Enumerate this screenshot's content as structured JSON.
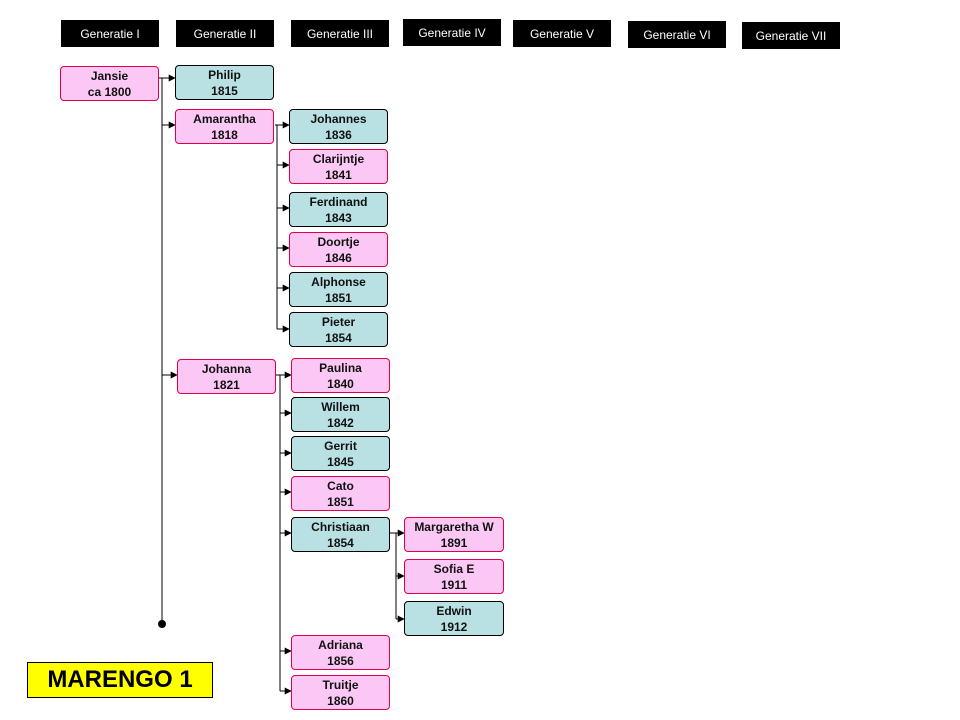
{
  "generations": [
    "Generatie  I",
    "Generatie  II",
    "Generatie  III",
    "Generatie  IV",
    "Generatie  V",
    "Generatie  VI",
    "Generatie  VII"
  ],
  "title": "MARENGO 1",
  "people": {
    "jansie": {
      "name": "Jansie",
      "year": "ca  1800",
      "sex": "f"
    },
    "philip": {
      "name": "Philip",
      "year": "1815",
      "sex": "m"
    },
    "amarantha": {
      "name": "Amarantha",
      "year": "1818",
      "sex": "f"
    },
    "johanna": {
      "name": "Johanna",
      "year": "1821",
      "sex": "f"
    },
    "johannes": {
      "name": "Johannes",
      "year": "1836",
      "sex": "m"
    },
    "clarijntje": {
      "name": "Clarijntje",
      "year": "1841",
      "sex": "f"
    },
    "ferdinand": {
      "name": "Ferdinand",
      "year": "1843",
      "sex": "m"
    },
    "doortje": {
      "name": "Doortje",
      "year": "1846",
      "sex": "f"
    },
    "alphonse": {
      "name": "Alphonse",
      "year": "1851",
      "sex": "m"
    },
    "pieter": {
      "name": "Pieter",
      "year": "1854",
      "sex": "m"
    },
    "paulina": {
      "name": "Paulina",
      "year": "1840",
      "sex": "f"
    },
    "willem": {
      "name": "Willem",
      "year": "1842",
      "sex": "m"
    },
    "gerrit": {
      "name": "Gerrit",
      "year": "1845",
      "sex": "m"
    },
    "cato": {
      "name": "Cato",
      "year": "1851",
      "sex": "f"
    },
    "christiaan": {
      "name": "Christiaan",
      "year": "1854",
      "sex": "m"
    },
    "adriana": {
      "name": "Adriana",
      "year": "1856",
      "sex": "f"
    },
    "truitje": {
      "name": "Truitje",
      "year": "1860",
      "sex": "f"
    },
    "margaretha": {
      "name": "Margaretha W",
      "year": "1891",
      "sex": "f"
    },
    "sofia": {
      "name": "Sofia E",
      "year": "1911",
      "sex": "f"
    },
    "edwin": {
      "name": "Edwin",
      "year": "1912",
      "sex": "m"
    }
  },
  "colors": {
    "female_fill": "#fbc8f5",
    "female_border": "#e0004a",
    "male_fill": "#b9e0e3",
    "male_border": "#000000",
    "title_fill": "#ffff00"
  }
}
